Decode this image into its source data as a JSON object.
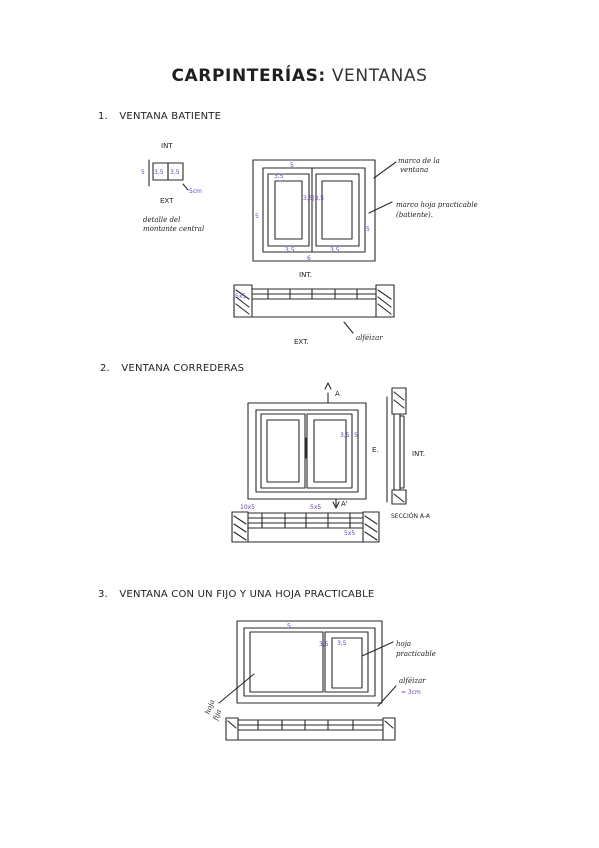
{
  "title": {
    "part1": "CARPINTERÍAS:",
    "part2": "VENTANAS"
  },
  "sections": [
    {
      "number": "1.",
      "label": "VENTANA BATIENTE"
    },
    {
      "number": "2.",
      "label": "VENTANA CORREDERAS"
    },
    {
      "number": "3.",
      "label": "VENTANA CON UN FIJO Y UNA HOJA PRACTICABLE"
    }
  ],
  "s1": {
    "detail_int": "INT",
    "detail_ext": "EXT",
    "detail_d1": "3,5",
    "detail_d2": "3,5",
    "detail_d3": "5",
    "detail_d4": "5cm",
    "detail_caption1": "detalle del",
    "detail_caption2": "montante central",
    "note_frame1": "marco de la",
    "note_frame2": "ventana",
    "note_sash1": "marco hoja practicable",
    "note_sash2": "(batiente).",
    "d_top": "5",
    "d_left": "5",
    "d_sash_top": "3,5",
    "d_center": "3,5|3,5",
    "d_right": "5",
    "d_bot_l": "3,5",
    "d_bot_r": "3,5",
    "d_bottom": "6",
    "plan_int": "INT.",
    "plan_ext": "EXT.",
    "plan_dim": "5x5",
    "note_sill": "alféizar"
  },
  "s2": {
    "arrow_a_top": "A",
    "arrow_a_bottom": "A'",
    "d_sash": "3,5",
    "d_right": "5",
    "label_e": "E.",
    "label_int": "INT.",
    "plan_d1": "10x5",
    "plan_d2": "5x5",
    "plan_d3": "5x5",
    "section_label": "SECCIÓN A-A"
  },
  "s3": {
    "d_top": "5",
    "d_sash": "3,5",
    "d_sash2": "3,5",
    "note_sash1": "hoja",
    "note_sash2": "practicable",
    "note_sill1": "alféizar",
    "note_sill2": "≈ 3cm",
    "note_fixed1": "hoja",
    "note_fixed2": "fija"
  }
}
